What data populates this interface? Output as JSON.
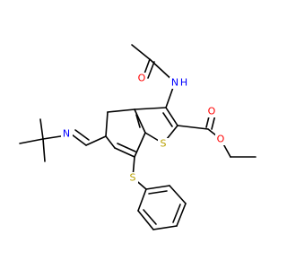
{
  "atom_labels": {
    "carbonyl_oxygen_acetyl": "O",
    "amide_nitrogen": "N",
    "amide_hydrogen": "H",
    "ester_carbonyl_oxygen": "O",
    "ester_oxygen": "O",
    "thiophene_sulfur": "S",
    "thioether_sulfur": "S",
    "imine_nitrogen": "N"
  },
  "colors": {
    "bond": "#000000",
    "oxygen": "#ff0000",
    "nitrogen": "#0000ff",
    "sulfur": "#b8a000",
    "background": "#ffffff"
  }
}
